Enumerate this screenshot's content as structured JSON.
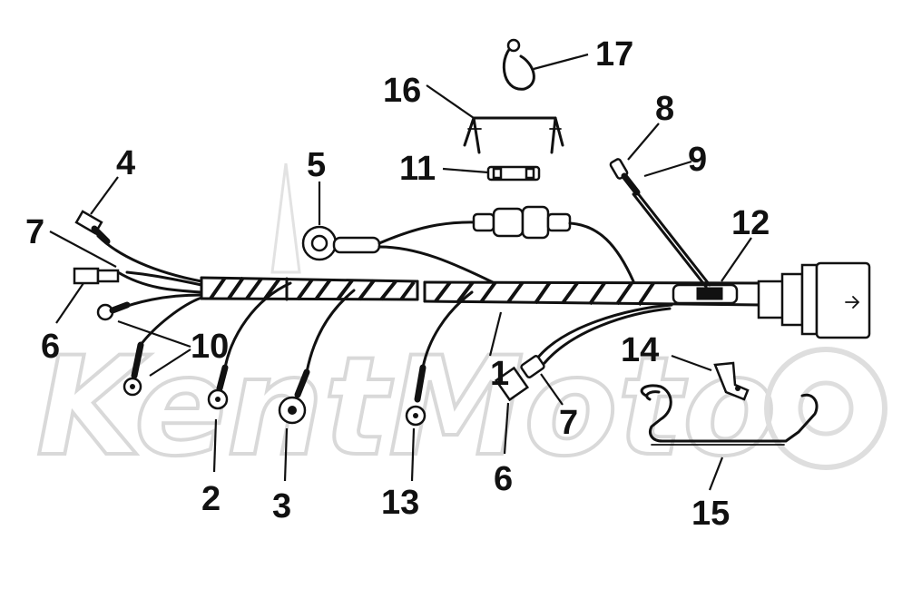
{
  "diagram": {
    "watermark": "KentMoto",
    "callouts": {
      "c1": "1",
      "c2": "2",
      "c3": "3",
      "c4": "4",
      "c5": "5",
      "c6a": "6",
      "c6b": "6",
      "c7a": "7",
      "c7b": "7",
      "c8": "8",
      "c9": "9",
      "c10": "10",
      "c11": "11",
      "c12": "12",
      "c13": "13",
      "c14": "14",
      "c15": "15",
      "c16": "16",
      "c17": "17"
    },
    "colors": {
      "ink": "#111111",
      "watermark": "#d9d9d9",
      "background": "#ffffff"
    }
  }
}
